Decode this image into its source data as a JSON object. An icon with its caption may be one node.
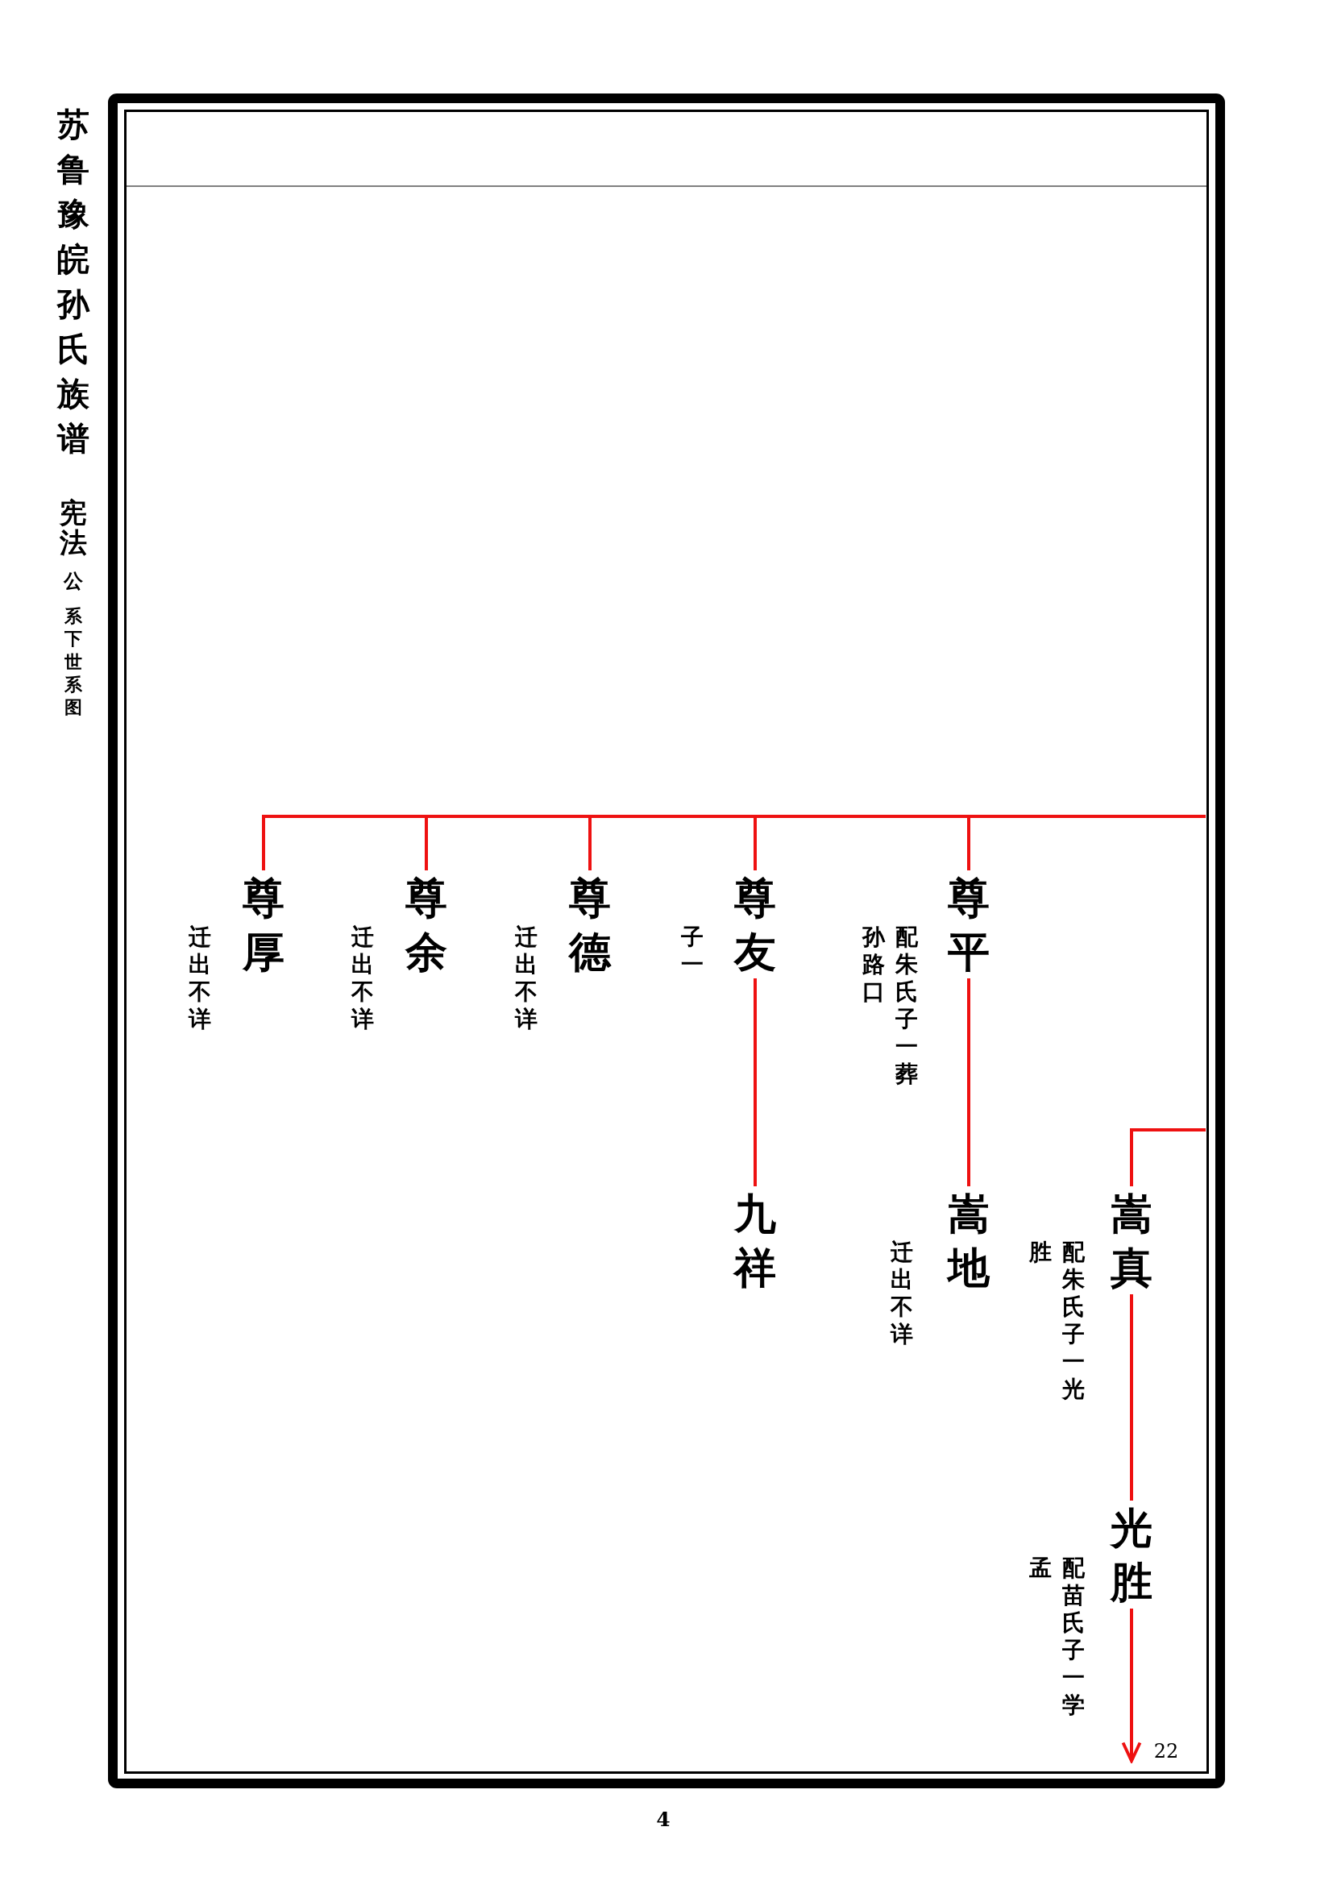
{
  "diagram": {
    "title": "苏鲁豫皖孙氏族谱",
    "nodes": [
      {
        "text": [
          "尊厚"
        ],
        "beside": [
          "迁出不详"
        ]
      },
      {
        "text": [
          "尊余"
        ],
        "beside": [
          "迁出不详"
        ]
      },
      {
        "text": [
          "尊德"
        ],
        "beside": [
          "迁出不详"
        ]
      },
      {
        "text": [
          "尊友"
        ],
        "beside": [
          "子一"
        ]
      },
      {
        "text": [
          "尊平"
        ],
        "beside": [
          "配朱氏子一葬孙路口"
        ]
      },
      {
        "text": [
          "九祥"
        ]
      },
      {
        "text": [
          "嵩地"
        ],
        "beside": [
          "迁出不详"
        ]
      },
      {
        "text": [
          "嵩真"
        ],
        "beside": [
          "配朱氏子一光胜"
        ]
      },
      {
        "text": [
          "光胜"
        ],
        "beside": [
          "配苗氏子一学孟"
        ]
      },
      {
        "text": [
          "22"
        ]
      }
    ],
    "edges": [
      {
        "from": null,
        "to": 0,
        "arrow": "none"
      },
      {
        "from": null,
        "to": 1,
        "arrow": "none"
      },
      {
        "from": null,
        "to": 2,
        "arrow": "none"
      },
      {
        "from": null,
        "to": 3,
        "arrow": "none"
      },
      {
        "from": null,
        "to": 4,
        "arrow": "none"
      },
      {
        "from": 3,
        "to": 5,
        "arrow": "none"
      },
      {
        "from": 4,
        "to": 6,
        "arrow": "none"
      },
      {
        "from": null,
        "to": 7,
        "arrow": "none"
      },
      {
        "from": 7,
        "to": 8,
        "arrow": "none"
      },
      {
        "from": 8,
        "to": 9,
        "arrow": "to"
      }
    ],
    "labels": [
      "宪法",
      "公",
      "系下世系图",
      "4"
    ]
  }
}
